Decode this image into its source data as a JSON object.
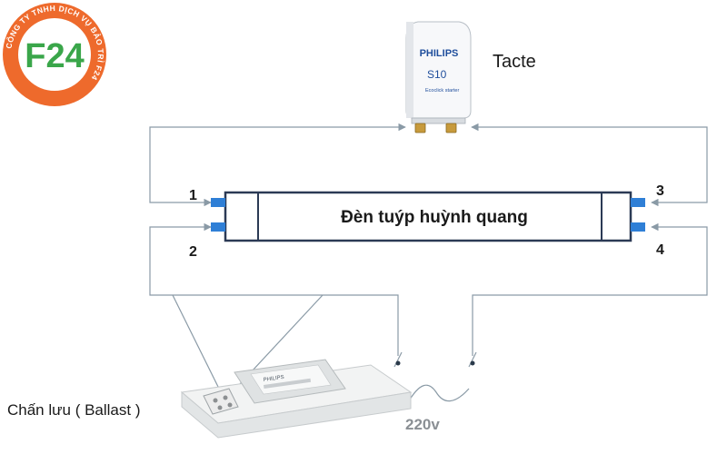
{
  "logo": {
    "ring_text": "CÔNG TY TNHH DỊCH VỤ BẢO TRÌ F24",
    "mark": "F24",
    "orange": "#ee6a2c",
    "green": "#3aa64a"
  },
  "starter": {
    "label": "Tacte",
    "brand": "PHILIPS",
    "model": "S10",
    "subtitle": "Ecoclick starter"
  },
  "tube": {
    "label": "Đèn tuýp huỳnh quang",
    "pins": [
      "1",
      "2",
      "3",
      "4"
    ]
  },
  "ballast": {
    "label": "Chấn lưu ( Ballast )",
    "brand": "PHILIPS"
  },
  "supply": {
    "label": "220v"
  },
  "colors": {
    "wire": "#8a9aa6",
    "pin": "#2f7fd6",
    "tube_border": "#2b3a55"
  }
}
